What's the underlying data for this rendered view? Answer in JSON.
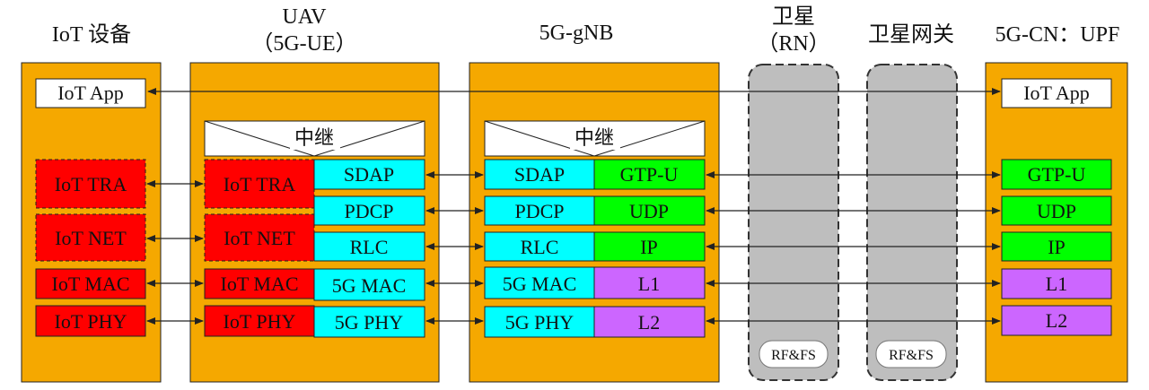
{
  "colors": {
    "node_bg": "#F5A800",
    "iot_layer": "#FF0000",
    "nr_layer": "#00FFFF",
    "core_layer": "#00FF00",
    "phy_layer": "#CC66FF",
    "satellite": "#BEBEBE",
    "app_box": "#FFFFFF"
  },
  "headers": {
    "iot": "IoT 设备",
    "uav_line1": "UAV",
    "uav_line2": "（5G-UE）",
    "gnb": "5G-gNB",
    "sat_line1": "卫星",
    "sat_line2": "（RN）",
    "sat_gw": "卫星网关",
    "cn": "5G-CN：UPF"
  },
  "iot_device": {
    "app": "IoT App",
    "layers": [
      "IoT TRA",
      "IoT NET",
      "IoT MAC",
      "IoT PHY"
    ]
  },
  "uav": {
    "relay": "中继",
    "iot_layers": [
      "IoT TRA",
      "IoT NET",
      "IoT MAC",
      "IoT PHY"
    ],
    "nr_layers": [
      "SDAP",
      "PDCP",
      "RLC",
      "5G MAC",
      "5G PHY"
    ]
  },
  "gnb": {
    "relay": "中继",
    "nr_layers": [
      "SDAP",
      "PDCP",
      "RLC",
      "5G MAC",
      "5G PHY"
    ],
    "core_layers": [
      "GTP-U",
      "UDP",
      "IP",
      "L1",
      "L2"
    ]
  },
  "satellite_rn": {
    "label": "RF&FS"
  },
  "satellite_gw": {
    "label": "RF&FS"
  },
  "cn_upf": {
    "app": "IoT App",
    "layers": [
      "GTP-U",
      "UDP",
      "IP",
      "L1",
      "L2"
    ]
  }
}
